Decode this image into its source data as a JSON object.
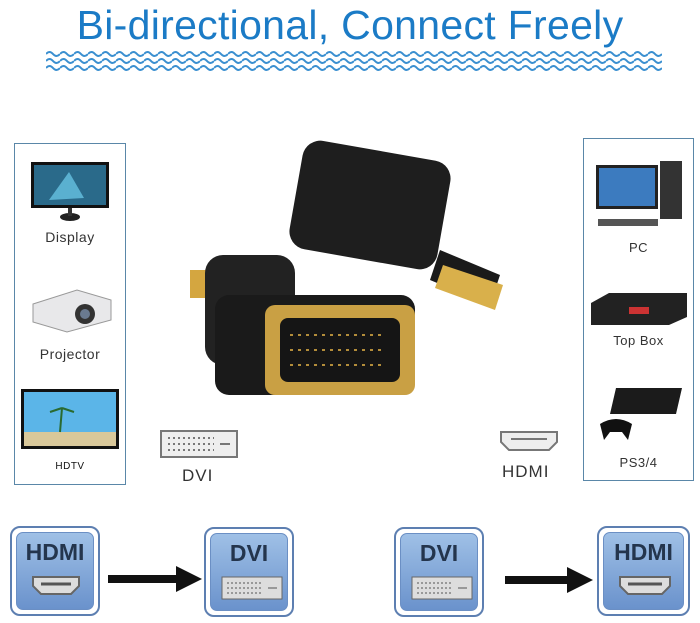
{
  "title": "Bi-directional, Connect Freely",
  "colors": {
    "title": "#1b7bc6",
    "panel_border": "#5a87a8",
    "tile": "#7fa4d8"
  },
  "left_devices": [
    {
      "label": "Display",
      "icon": "monitor-icon"
    },
    {
      "label": "Projector",
      "icon": "projector-icon"
    },
    {
      "label": "HDTV",
      "icon": "tv-icon"
    }
  ],
  "right_devices": [
    {
      "label": "PC",
      "icon": "desktop-pc-icon"
    },
    {
      "label": "Top Box",
      "icon": "set-top-box-icon"
    },
    {
      "label": "PS3/4",
      "icon": "game-console-icon"
    }
  ],
  "ports": {
    "dvi": "DVI",
    "hdmi": "HDMI"
  },
  "flows": [
    {
      "from": "HDMI",
      "to": "DVI"
    },
    {
      "from": "DVI",
      "to": "HDMI"
    }
  ]
}
